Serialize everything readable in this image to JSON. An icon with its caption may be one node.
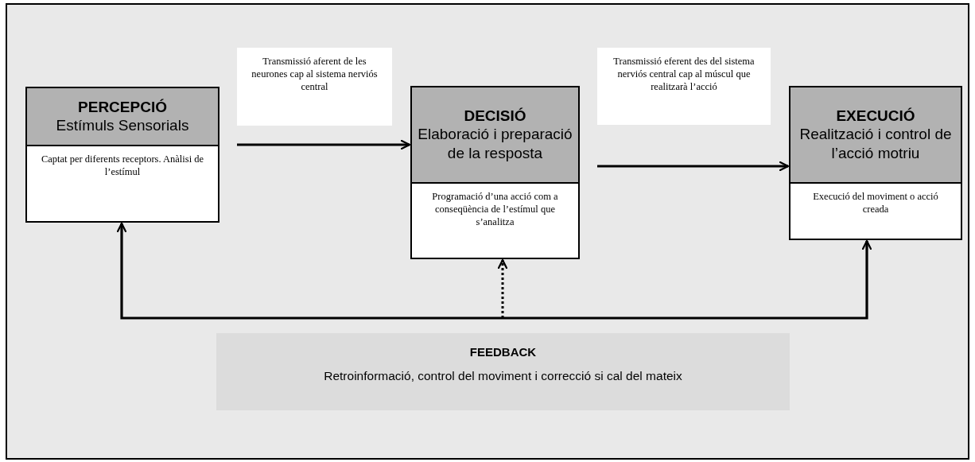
{
  "diagram": {
    "nodes": [
      {
        "text": [
          "PERCEPCIÓ",
          "Estímuls Sensorials",
          "Captat per diferents receptors. Anàlisi de l’estímul"
        ]
      },
      {
        "text": [
          "Transmissió aferent de les neurones cap al sistema nerviós central"
        ]
      },
      {
        "text": [
          "DECISIÓ",
          "Elaboració i preparació de la resposta",
          "Programació d’una acció com a conseqüència de l’estímul que s’analitza"
        ]
      },
      {
        "text": [
          "Transmissió eferent des del sistema nerviós central cap al múscul que realitzarà l’acció"
        ]
      },
      {
        "text": [
          "EXECUCIÓ",
          "Realització i control de l’acció motriu",
          "Execució del moviment o acció creada"
        ]
      },
      {
        "text": [
          "FEEDBACK",
          "Retroinformació, control del moviment i correcció si cal del mateix"
        ]
      }
    ],
    "edges": [
      {
        "from": 0,
        "to": 2,
        "arrow": "to"
      },
      {
        "from": 2,
        "to": 4,
        "arrow": "to"
      },
      {
        "from": null,
        "to": 0,
        "arrow": "to"
      },
      {
        "from": null,
        "to": 2,
        "arrow": "to",
        "style": "dashed"
      },
      {
        "from": null,
        "to": 4,
        "arrow": "to"
      }
    ]
  }
}
